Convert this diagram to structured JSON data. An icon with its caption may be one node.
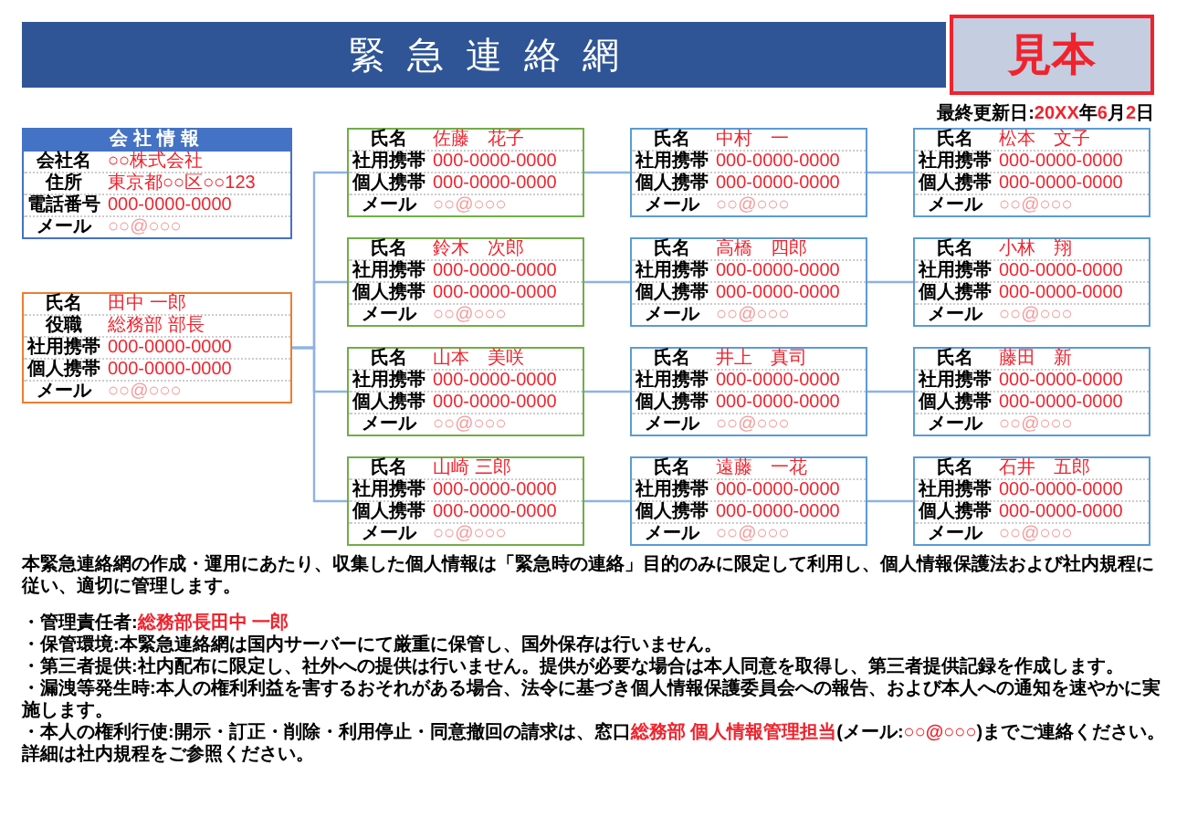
{
  "diagram": {
    "title": "緊急連絡網",
    "nodes": [
      {
        "text": [
          "会社情報",
          "会社名",
          "○○株式会社",
          "住所",
          "東京都○○区○○123",
          "電話番号",
          "000-0000-0000",
          "メール",
          "○○@○○○"
        ]
      },
      {
        "text": [
          "氏名",
          "田中 一郎",
          "役職",
          "総務部 部長",
          "社用携帯",
          "000-0000-0000",
          "個人携帯",
          "000-0000-0000",
          "メール",
          "○○@○○○"
        ]
      },
      {
        "text": [
          "氏名",
          "佐藤　花子",
          "社用携帯",
          "000-0000-0000",
          "個人携帯",
          "000-0000-0000",
          "メール",
          "○○@○○○"
        ]
      },
      {
        "text": [
          "氏名",
          "中村　一",
          "社用携帯",
          "000-0000-0000",
          "個人携帯",
          "000-0000-0000",
          "メール",
          "○○@○○○"
        ]
      },
      {
        "text": [
          "氏名",
          "松本　文子",
          "社用携帯",
          "000-0000-0000",
          "個人携帯",
          "000-0000-0000",
          "メール",
          "○○@○○○"
        ]
      },
      {
        "text": [
          "氏名",
          "鈴木　次郎",
          "社用携帯",
          "000-0000-0000",
          "個人携帯",
          "000-0000-0000",
          "メール",
          "○○@○○○"
        ]
      },
      {
        "text": [
          "氏名",
          "高橋　四郎",
          "社用携帯",
          "000-0000-0000",
          "個人携帯",
          "000-0000-0000",
          "メール",
          "○○@○○○"
        ]
      },
      {
        "text": [
          "氏名",
          "小林　翔",
          "社用携帯",
          "000-0000-0000",
          "個人携帯",
          "000-0000-0000",
          "メール",
          "○○@○○○"
        ]
      },
      {
        "text": [
          "氏名",
          "山本　美咲",
          "社用携帯",
          "000-0000-0000",
          "個人携帯",
          "000-0000-0000",
          "メール",
          "○○@○○○"
        ]
      },
      {
        "text": [
          "氏名",
          "井上　真司",
          "社用携帯",
          "000-0000-0000",
          "個人携帯",
          "000-0000-0000",
          "メール",
          "○○@○○○"
        ]
      },
      {
        "text": [
          "氏名",
          "藤田　新",
          "社用携帯",
          "000-0000-0000",
          "個人携帯",
          "000-0000-0000",
          "メール",
          "○○@○○○"
        ]
      },
      {
        "text": [
          "氏名",
          "山崎 三郎",
          "社用携帯",
          "000-0000-0000",
          "個人携帯",
          "000-0000-0000",
          "メール",
          "○○@○○○"
        ]
      },
      {
        "text": [
          "氏名",
          "遠藤　一花",
          "社用携帯",
          "000-0000-0000",
          "個人携帯",
          "000-0000-0000",
          "メール",
          "○○@○○○"
        ]
      },
      {
        "text": [
          "氏名",
          "石井　五郎",
          "社用携帯",
          "000-0000-0000",
          "個人携帯",
          "000-0000-0000",
          "メール",
          "○○@○○○"
        ]
      }
    ],
    "edges": [
      {
        "from": 1,
        "to": 2,
        "arrow": "none"
      },
      {
        "from": 1,
        "to": 5,
        "arrow": "none"
      },
      {
        "from": 1,
        "to": 8,
        "arrow": "none"
      },
      {
        "from": 1,
        "to": 11,
        "arrow": "none"
      },
      {
        "from": 2,
        "to": 3,
        "arrow": "none"
      },
      {
        "from": 3,
        "to": 4,
        "arrow": "none"
      },
      {
        "from": 5,
        "to": 6,
        "arrow": "none"
      },
      {
        "from": 6,
        "to": 7,
        "arrow": "none"
      },
      {
        "from": 8,
        "to": 9,
        "arrow": "none"
      },
      {
        "from": 9,
        "to": 10,
        "arrow": "none"
      },
      {
        "from": 11,
        "to": 12,
        "arrow": "none"
      },
      {
        "from": 12,
        "to": 13,
        "arrow": "none"
      }
    ],
    "labels": [
      "見本",
      "最終更新日:**20XX**年**6**月**2**日",
      "本緊急連絡網の作成・運用にあたり、収集した個人情報は「緊急時の連絡」目的のみに限定して利用し、個人情報保護法および社内規程に従い、適切に管理します。",
      "・管理責任者:**総務部長田中 一郎**",
      "・保管環境:本緊急連絡網は国内サーバーにて厳重に保管し、国外保存は行いません。",
      "・第三者提供:社内配布に限定し、社外への提供は行いません。提供が必要な場合は本人同意を取得し、第三者提供記録を作成します。",
      "・漏洩等発生時:本人の権利利益を害するおそれがある場合、法令に基づき個人情報保護委員会への報告、および本人への通知を速やかに実施します。",
      "・本人の権利行使:開示・訂正・削除・利用停止・同意撤回の請求は、窓口**総務部 個人情報管理担当**(メール:**○○@○○○**)までご連絡ください。詳細は社内規程をご参照ください。"
    ]
  }
}
